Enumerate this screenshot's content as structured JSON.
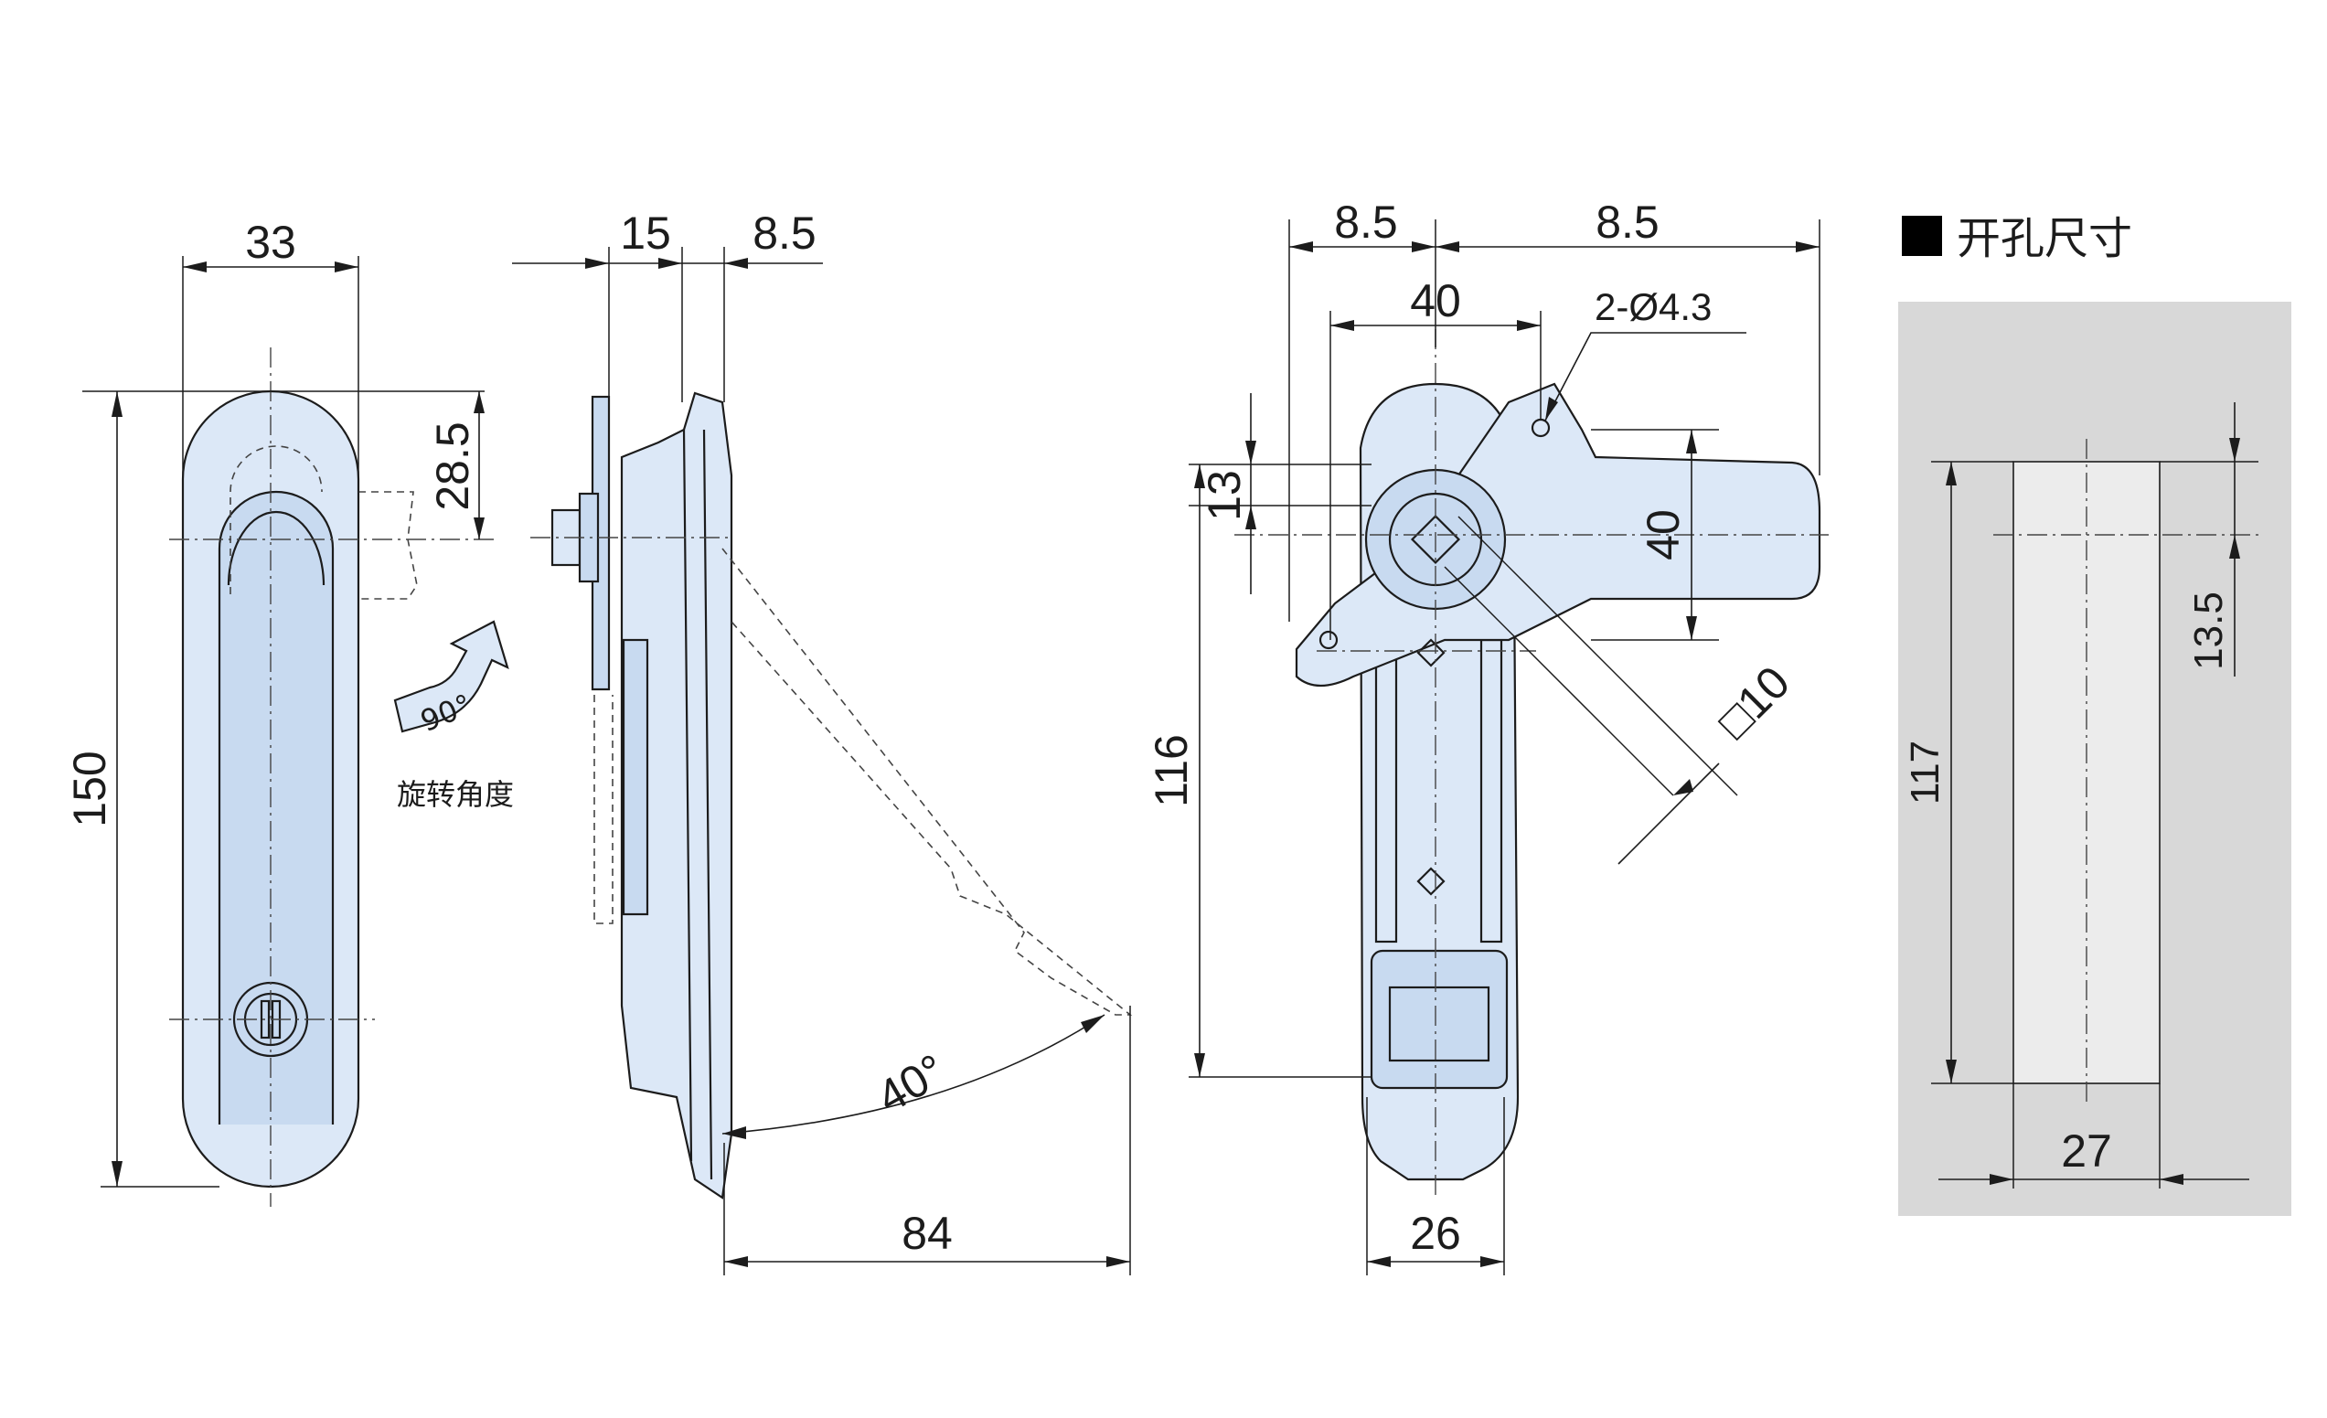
{
  "front_view": {
    "width_label": "33",
    "height_label": "150",
    "offset_label": "28.5",
    "rotation_angle": "90°",
    "rotation_caption": "旋转角度"
  },
  "side_view": {
    "thickness_label": "15",
    "offset_label": "8.5",
    "open_angle": "40°",
    "swing_label": "84"
  },
  "rear_view": {
    "left_offset_label": "8.5",
    "right_offset_label": "8.5",
    "cam_width_label": "40",
    "hole_label": "2-Ø4.3",
    "cam_height_label": "40",
    "small_offset_label": "13",
    "height_label": "116",
    "square_label": "□10",
    "body_width_label": "26"
  },
  "cutout": {
    "title": "开孔尺寸",
    "height_label": "117",
    "offset_label": "13.5",
    "width_label": "27"
  },
  "colors": {
    "part_fill": "#dce8f7",
    "part_fill_dark": "#c8daf0",
    "cutout_bg": "#d8d8d8",
    "line": "#1c1c1c"
  }
}
